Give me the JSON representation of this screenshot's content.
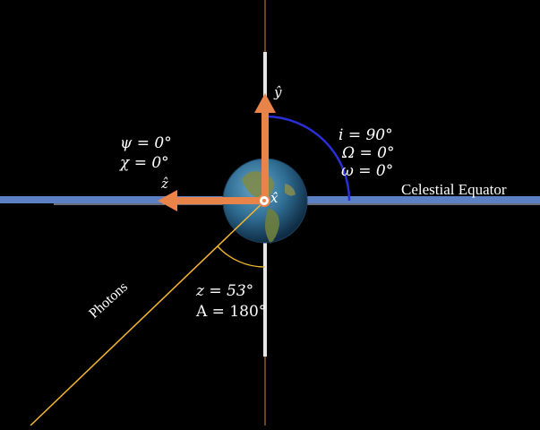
{
  "labels": {
    "psi": "ψ = 0°",
    "chi": "χ = 0°",
    "inclination": "i = 90°",
    "omega_node": "Ω = 0°",
    "omega_peri": "ω = 0°",
    "zenith": "z = 53°",
    "azimuth": "A = 180°",
    "celestial_equator": "Celestial Equator",
    "photons": "Photons",
    "y_axis": "ŷ",
    "z_axis": "ẑ",
    "x_axis": "x̂"
  },
  "colors": {
    "background": "#000000",
    "axis_arrow": "#E8834A",
    "equator": "#5B80C4",
    "inclination_arc": "#2A2FD8",
    "photon_line": "#F5B731",
    "vertical_rod": "#E6E6E6"
  }
}
